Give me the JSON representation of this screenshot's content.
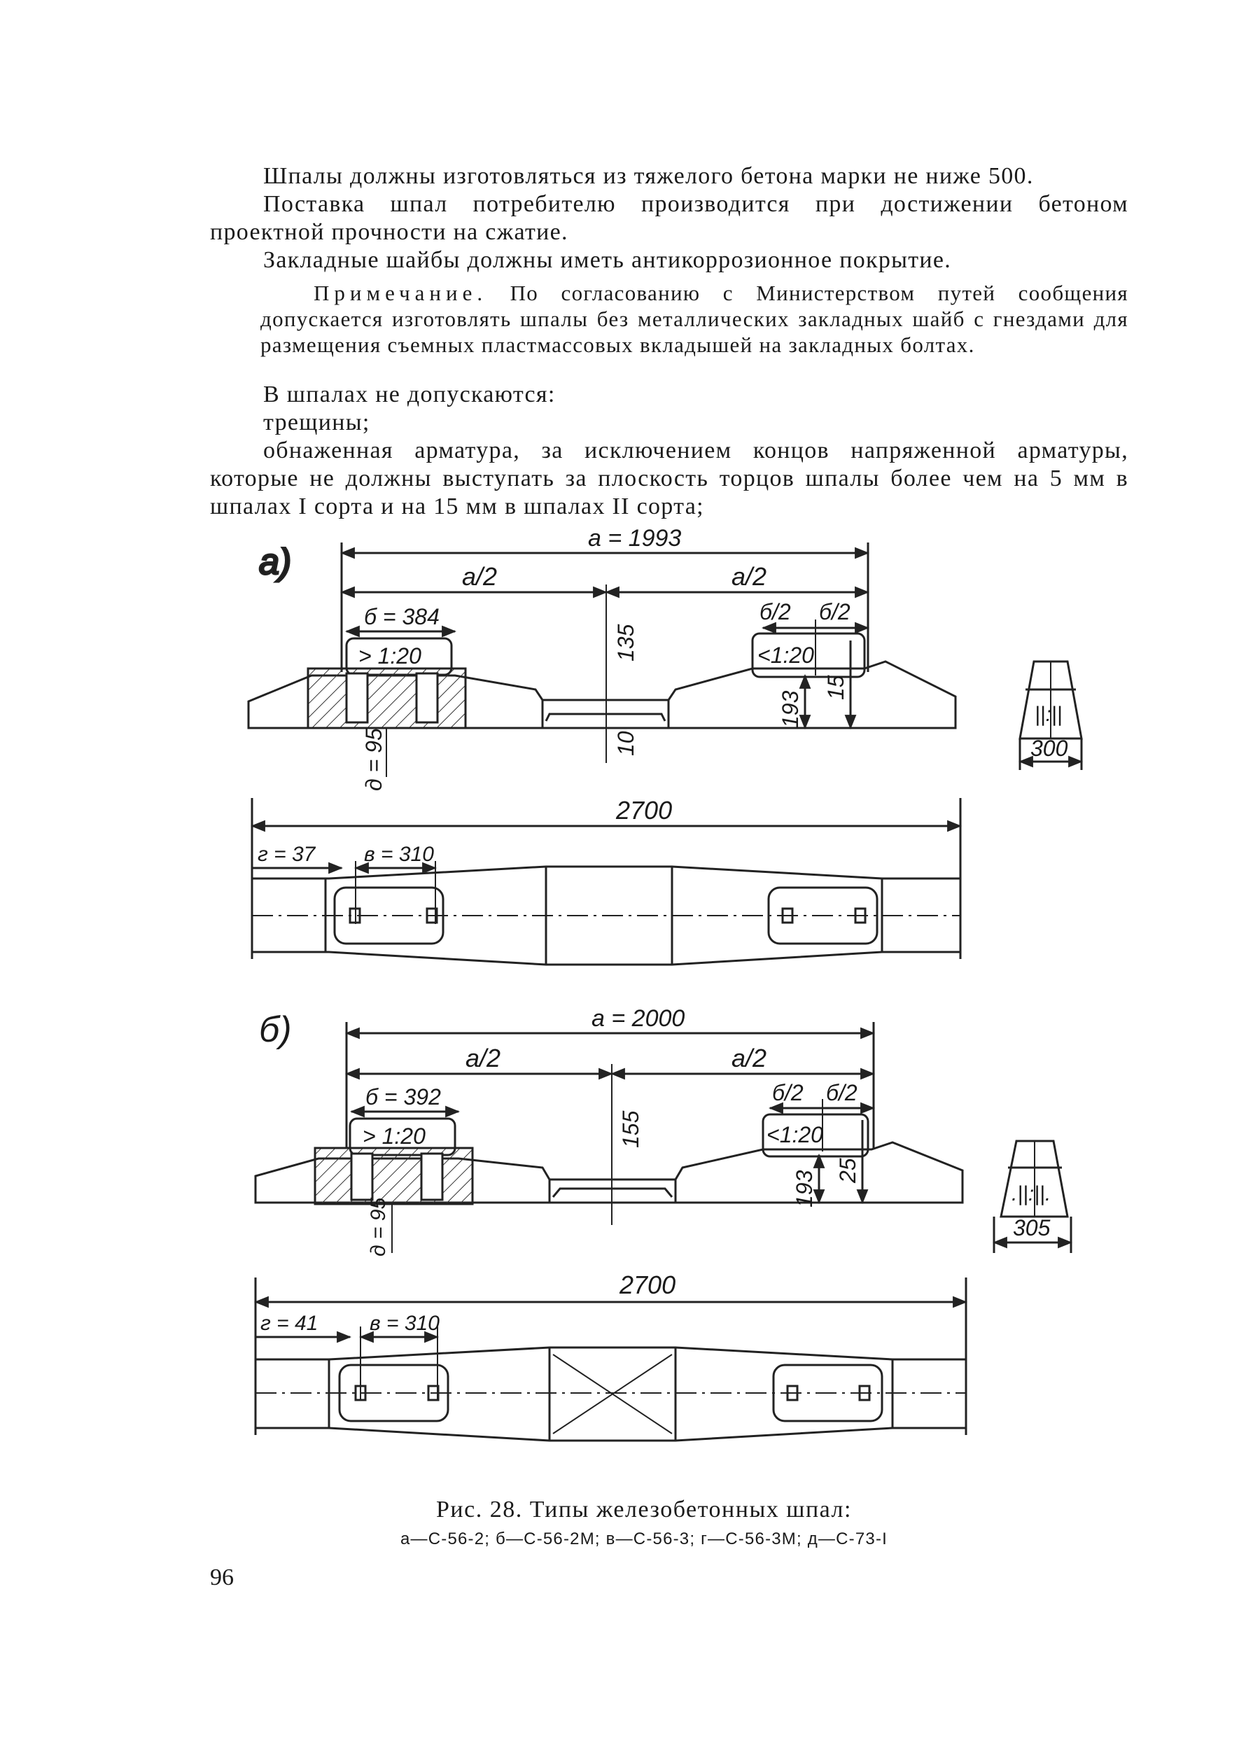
{
  "body": {
    "p1": "Шпалы должны изготовляться из тяжелого бетона марки не ниже 500.",
    "p2": "Поставка шпал потребителю производится при достижении бетоном проектной прочности на сжатие.",
    "p3": "Закладные шайбы должны иметь антикоррозионное покрытие.",
    "note_label": "Примечание.",
    "note_text": "По согласованию с Министерством путей сообщения допускается изготовлять шпалы без металлических закладных шайб с гнездами для размещения съемных пластмассовых вкладышей на закладных болтах.",
    "p4": "В шпалах не допускаются:",
    "p5": "трещины;",
    "p6": "обнаженная арматура, за исключением концов напряженной арматуры, которые не должны выступать за плоскость торцов шпалы более чем на 5 мм в шпалах I сорта и на 15 мм в шпалах II сорта;"
  },
  "figure": {
    "a": {
      "letter": "а)",
      "dim_a": "а = 1993",
      "half": "а/2",
      "dim_b": "б = 384",
      "slope": "> 1:20",
      "slope_r": "<1:20",
      "half_b": "б/2",
      "h135": "135",
      "h193": "193",
      "h15": "15",
      "h10": "10",
      "d95": "д = 95",
      "w300": "300",
      "len": "2700",
      "g": "г = 37",
      "v": "в = 310"
    },
    "b": {
      "letter": "б)",
      "dim_a": "а = 2000",
      "half": "а/2",
      "dim_b": "б = 392",
      "slope": "> 1:20",
      "slope_r": "<1:20",
      "half_b": "б/2",
      "h155": "155",
      "h193": "193",
      "h25": "25",
      "d95": "д = 95",
      "w305": "305",
      "len": "2700",
      "g": "г = 41",
      "v": "в = 310"
    }
  },
  "caption": {
    "title": "Рис. 28. Типы железобетонных шпал:",
    "legend": "а—С-56-2;  б—С-56-2М;  в—С-56-3;  г—С-56-3М;  д—С-73-I"
  },
  "page_number": "96"
}
